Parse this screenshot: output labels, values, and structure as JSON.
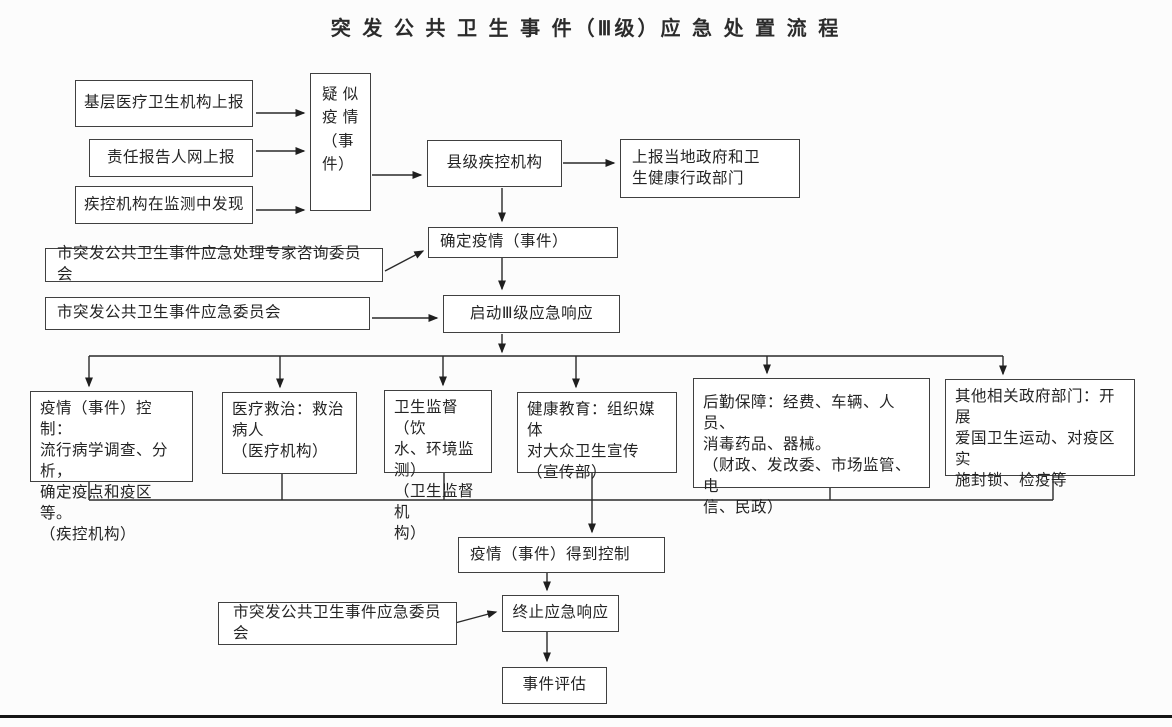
{
  "title": "突 发 公 共 卫 生 事 件（Ⅲ级）应 急 处 置 流 程",
  "colors": {
    "background": "#fcfcfc",
    "box_fill": "#ffffff",
    "border": "#404040",
    "line": "#2a2a2a",
    "text": "#242424"
  },
  "sources": {
    "grassroots": "基层医疗卫生机构上报",
    "responsible_reporter": "责任报告人网上报",
    "cdc_monitoring": "疾控机构在监测中发现"
  },
  "process": {
    "suspected": [
      "疑 似",
      "疫 情",
      "（事",
      "件）"
    ],
    "county_cdc": "县级疾控机构",
    "report_to_gov": [
      "上报当地政府和卫",
      "生健康行政部门"
    ],
    "confirm": "确定疫情（事件）",
    "launch": "启动Ⅲ级应急响应",
    "controlled": "疫情（事件）得到控制",
    "terminate": "终止应急响应",
    "evaluate": "事件评估"
  },
  "committees": {
    "expert_advisory": "市突发公共卫生事件应急处理专家咨询委员会",
    "emergency_top": "市突发公共卫生事件应急委员会",
    "emergency_bottom": "市突发公共卫生事件应急委员会"
  },
  "tasks": {
    "epidemic_control": [
      "疫情（事件）控制：",
      "流行病学调查、分析，",
      "确定疫点和疫区等。",
      "（疾控机构）"
    ],
    "medical_treatment": [
      "医疗救治：救治",
      "病人",
      "（医疗机构）"
    ],
    "health_supervision": [
      "卫生监督（饮",
      "水、环境监测）",
      "（卫生监督机",
      "构）"
    ],
    "health_education": [
      "健康教育：组织媒体",
      "对大众卫生宣传",
      "（宣传部）"
    ],
    "logistics": [
      "后勤保障：经费、车辆、人员、",
      "消毒药品、器械。",
      "（财政、发改委、市场监管、电",
      "信、民政）"
    ],
    "other_government": [
      "其他相关政府部门：开展",
      "爱国卫生运动、对疫区实",
      "施封锁、检疫等"
    ]
  }
}
